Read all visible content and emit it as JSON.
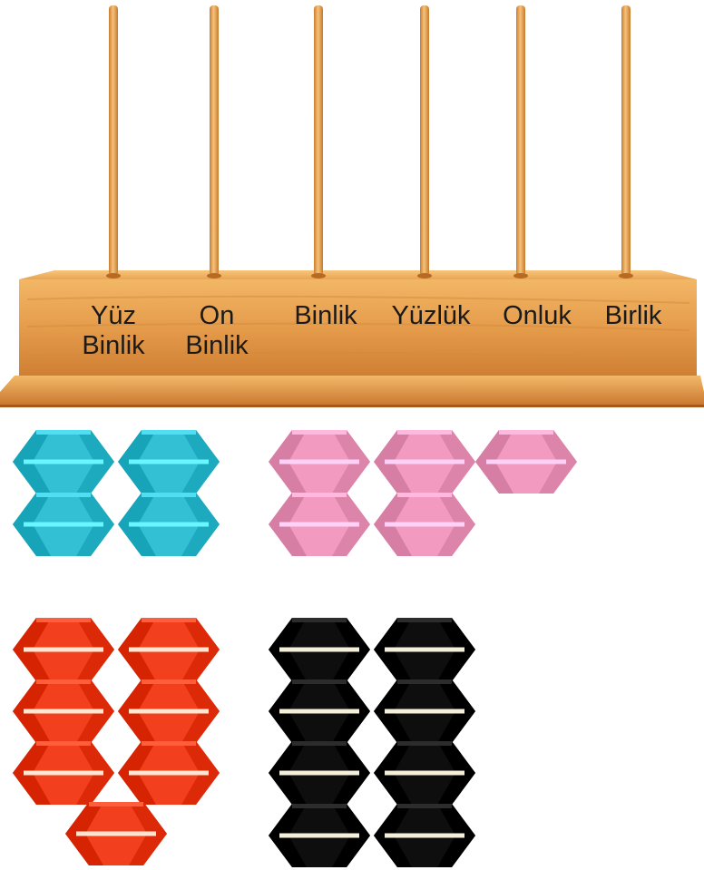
{
  "abacus": {
    "columns": [
      {
        "line1": "Yüz",
        "line2": "Binlik"
      },
      {
        "line1": "On",
        "line2": "Binlik"
      },
      {
        "line1": "Binlik",
        "line2": ""
      },
      {
        "line1": "Yüzlük",
        "line2": ""
      },
      {
        "line1": "Onluk",
        "line2": ""
      },
      {
        "line1": "Birlik",
        "line2": ""
      }
    ],
    "colors": {
      "wood_light": "#f0b35f",
      "wood_mid": "#d98a3a",
      "wood_dark": "#b5641f",
      "rod": "#e6a24e"
    }
  },
  "bead_groups": [
    {
      "color_name": "turquoise",
      "color": "#33bfd4",
      "count": 4
    },
    {
      "color_name": "pink",
      "color": "#f29ac0",
      "count": 5
    },
    {
      "color_name": "red",
      "color": "#f2401f",
      "count": 7
    },
    {
      "color_name": "black",
      "color": "#0e0e0e",
      "count": 8
    }
  ]
}
